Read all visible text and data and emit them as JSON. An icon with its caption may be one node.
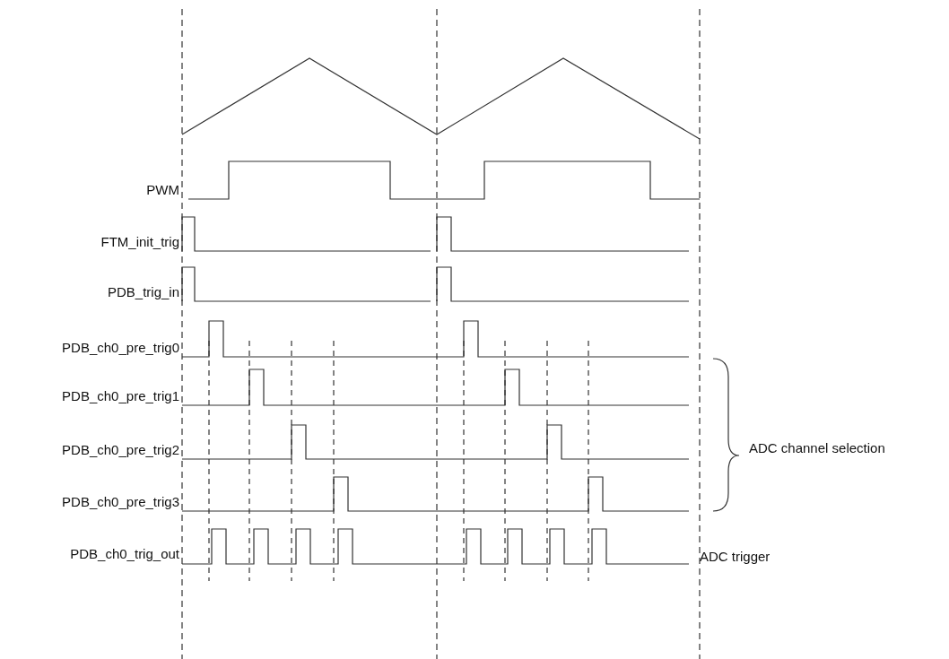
{
  "diagram": {
    "labels": [
      "PWM",
      "FTM_init_trig",
      "PDB_trig_in",
      "PDB_ch0_pre_trig0",
      "PDB_ch0_pre_trig1",
      "PDB_ch0_pre_trig2",
      "PDB_ch0_pre_trig3",
      "PDB_ch0_trig_out",
      "ADC channel selection",
      "ADC trigger"
    ]
  }
}
